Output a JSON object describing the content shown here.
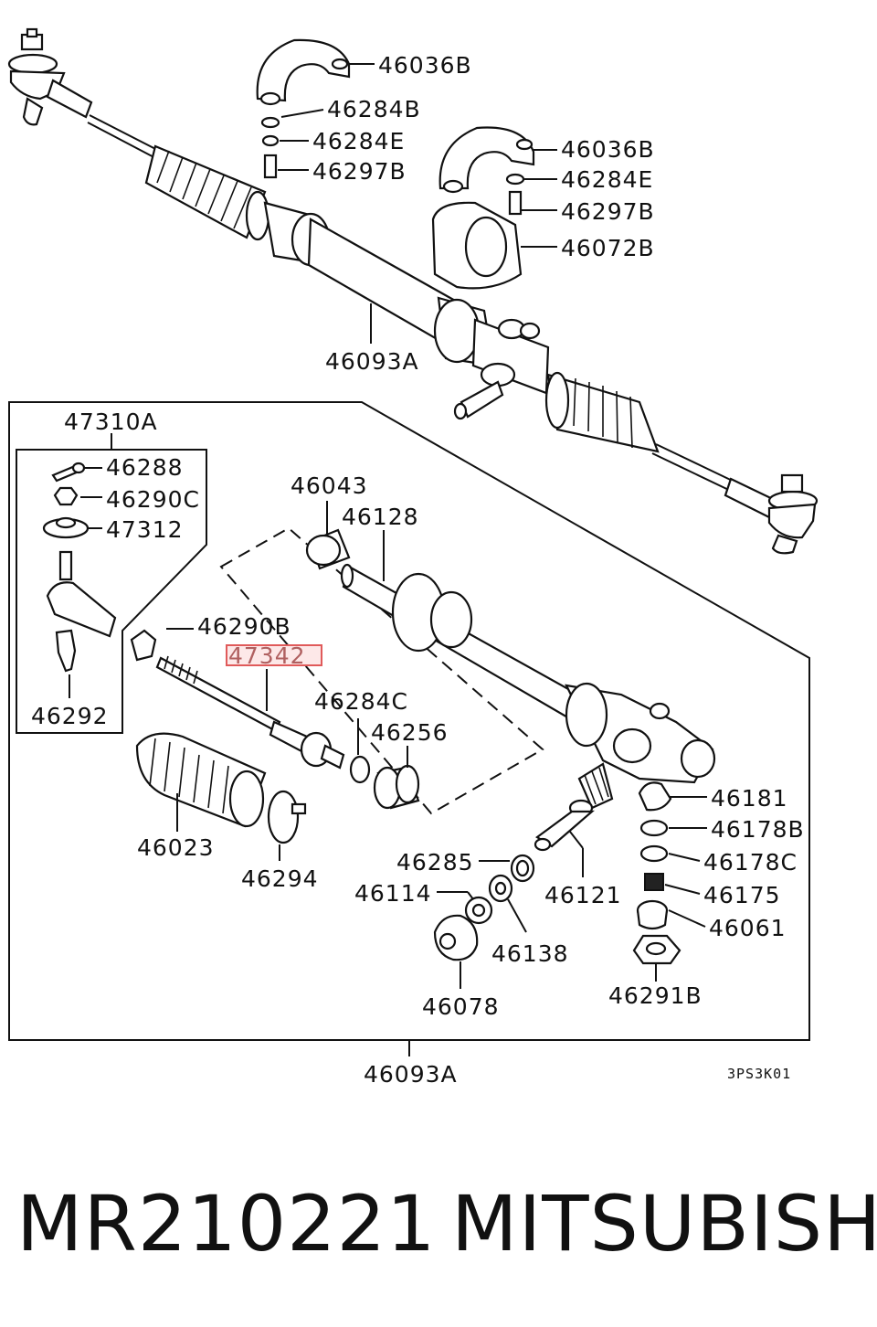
{
  "diagram": {
    "callouts": {
      "b1": "46036B",
      "s1": "46284B",
      "s2": "46284E",
      "s3": "46297B",
      "b2": "46036B",
      "s4": "46284E",
      "s5": "46297B",
      "s6": "46072B",
      "asm_top": "46093A",
      "kit": "47310A",
      "k1": "46288",
      "k2": "46290C",
      "k3": "47312",
      "k4": "46292",
      "p46043": "46043",
      "p46128": "46128",
      "p46290B": "46290B",
      "p47342": "47342",
      "p46284C": "46284C",
      "p46256": "46256",
      "p46023": "46023",
      "p46294": "46294",
      "p46285": "46285",
      "p46114": "46114",
      "p46121": "46121",
      "p46138": "46138",
      "p46078": "46078",
      "p46181": "46181",
      "p46178B": "46178B",
      "p46178C": "46178C",
      "p46175": "46175",
      "p46061": "46061",
      "p46291B": "46291B",
      "asm_bottom": "46093A"
    },
    "highlighted_part": "47342",
    "ref_code": "3PS3K01"
  },
  "footer": {
    "part_number": "MR210221",
    "brand": "MITSUBISHI"
  }
}
